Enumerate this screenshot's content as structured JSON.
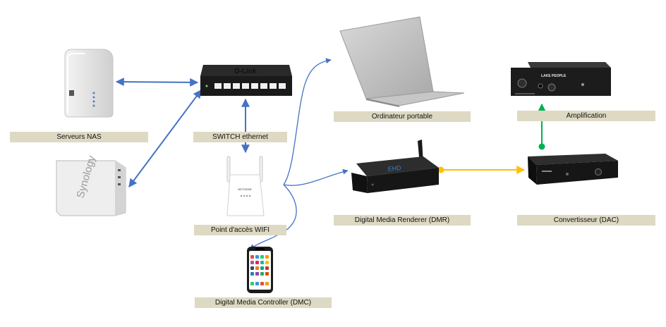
{
  "devices": {
    "nas_wd": {
      "label": "Serveurs NAS",
      "icon": "nas-drive-icon"
    },
    "nas_synology": {
      "brand": "Synology",
      "icon": "synology-nas-icon"
    },
    "switch": {
      "label": "SWITCH ethernet",
      "brand": "D-Link",
      "icon": "ethernet-switch-icon"
    },
    "wifi_ap": {
      "label": "Point d'accès WIFI",
      "brand": "NETGEAR",
      "icon": "wifi-extender-icon"
    },
    "controller": {
      "label": "Digital Media Controller (DMC)",
      "icon": "smartphone-icon"
    },
    "laptop": {
      "label": "Ordinateur portable",
      "icon": "laptop-icon"
    },
    "renderer": {
      "label": "Digital Media Renderer (DMR)",
      "icon": "media-box-icon"
    },
    "amplifier": {
      "label": "Amplification",
      "brand": "LAKE PEOPLE",
      "icon": "amplifier-icon"
    },
    "dac": {
      "label": "Convertisseur (DAC)",
      "icon": "dac-icon"
    }
  },
  "colors": {
    "label_bg": "#ddd9c3",
    "network_link": "#4472c4",
    "digital_audio_link": "#ffc000",
    "analog_audio_link": "#00b050"
  }
}
